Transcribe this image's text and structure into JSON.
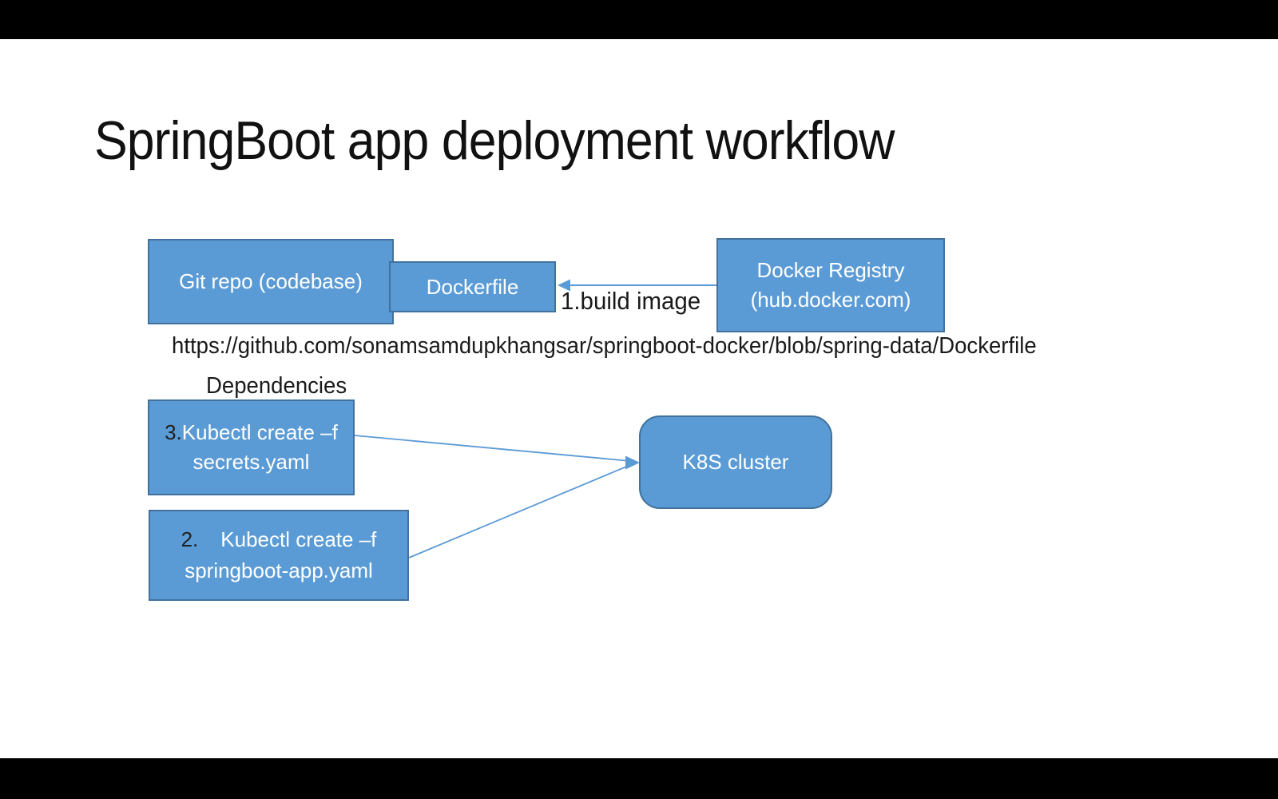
{
  "slide": {
    "title": "SpringBoot app deployment workflow",
    "nodes": {
      "git_repo": {
        "label": "Git repo (codebase)"
      },
      "dockerfile": {
        "label": "Dockerfile"
      },
      "docker_registry": {
        "line1": "Docker Registry",
        "line2": "(hub.docker.com)"
      },
      "secrets_yaml": {
        "step_number": "3.",
        "line1": "Kubectl create –f",
        "line2": "secrets.yaml"
      },
      "springboot_app_yaml": {
        "step_number": "2.",
        "line1": "Kubectl create –f",
        "line2": "springboot-app.yaml"
      },
      "k8s_cluster": {
        "label": "K8S cluster"
      }
    },
    "annotations": {
      "build_image_label": "1.build image",
      "dockerfile_url": "https://github.com/sonamsamdupkhangsar/springboot-docker/blob/spring-data/Dockerfile",
      "dependencies_label": "Dependencies"
    },
    "colors": {
      "shape_fill": "#5b9bd5",
      "shape_border": "#41719c",
      "connector_line": "#5b9bd5",
      "shape_text": "#ffffff",
      "body_text": "#1a1a1a",
      "step_number_text": "#202020",
      "slide_background": "#ffffff",
      "letterbox": "#000000"
    }
  }
}
